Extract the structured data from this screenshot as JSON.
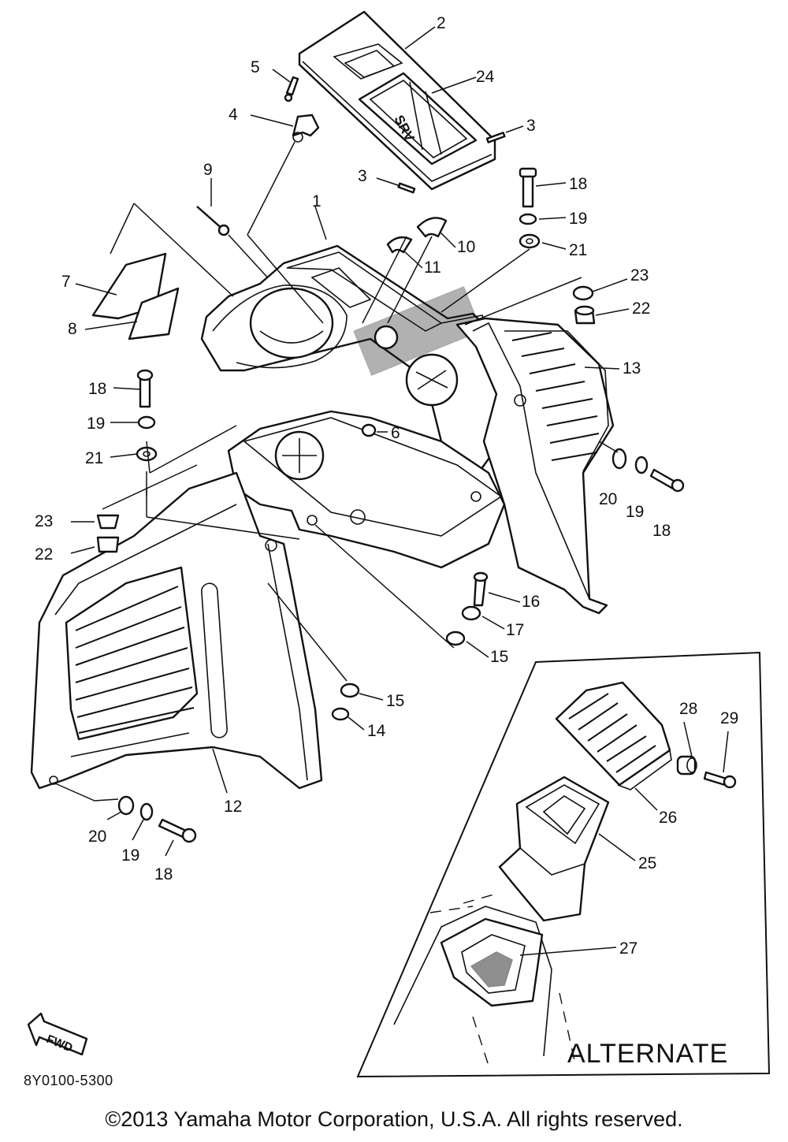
{
  "diagram": {
    "callouts": [
      "1",
      "2",
      "3",
      "3",
      "4",
      "5",
      "6",
      "7",
      "8",
      "9",
      "10",
      "11",
      "12",
      "13",
      "14",
      "15",
      "15",
      "16",
      "17",
      "18",
      "18",
      "18",
      "18",
      "19",
      "19",
      "19",
      "19",
      "20",
      "20",
      "21",
      "21",
      "22",
      "22",
      "23",
      "23",
      "24",
      "25",
      "26",
      "27",
      "28",
      "29"
    ],
    "fwd_label": "FWD",
    "decal_text": "SRV",
    "inset_label": "ALTERNATE",
    "drawing_code": "8Y0100-5300"
  },
  "footer": {
    "copyright": "©2013 Yamaha Motor Corporation, U.S.A. All rights reserved."
  },
  "style": {
    "ink": "#111111",
    "background": "#ffffff"
  }
}
